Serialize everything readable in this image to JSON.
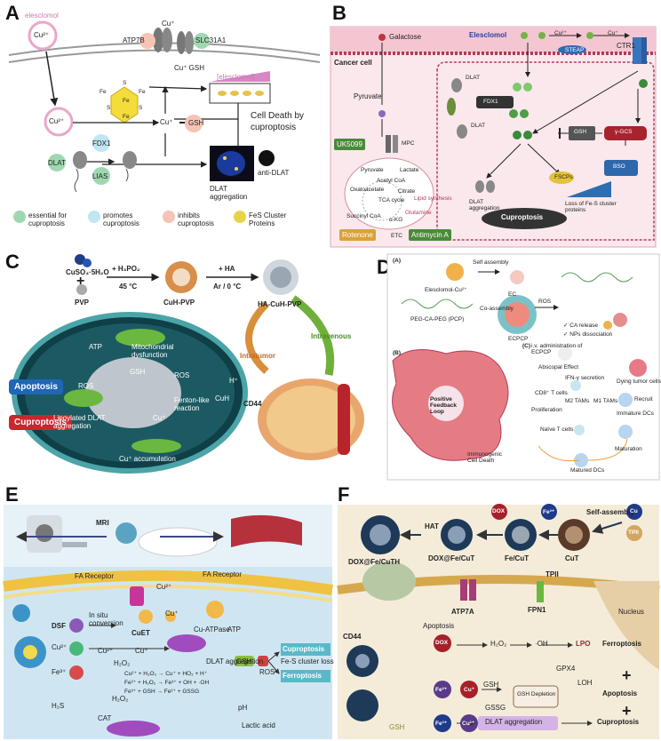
{
  "panel_labels": {
    "a": "A",
    "b": "B",
    "c": "C",
    "d": "D",
    "e": "E",
    "f": "F"
  },
  "panel_a": {
    "elesclomol_top": "elesclomol",
    "cu2_top": "Cu²⁺",
    "atp7b": "ATP7B",
    "slc31a1": "SLC31A1",
    "cu_plus_top": "Cu⁺",
    "cu_gsh": "Cu⁺ GSH",
    "fes_atoms": [
      "Fe",
      "S",
      "Fe",
      "S",
      "Fe",
      "S",
      "Fe"
    ],
    "elesclomol_bar": "[elesclomol]",
    "cu2_mid": "Cu²⁺",
    "cu_plus_mid": "Cu⁺",
    "gsh_mid": "GSH",
    "fdx1": "FDX1",
    "dlat": "DLAT",
    "lias": "LIAS",
    "cell_death": "Cell Death by cuproptosis",
    "dlat_aggregation": "DLAT aggregation",
    "anti_dlat": "anti-DLAT",
    "legend": [
      {
        "label": "essential for cuproptosis",
        "color": "#9fd8b0"
      },
      {
        "label": "promotes cuproptosis",
        "color": "#bfe6f2"
      },
      {
        "label": "inhibits cuproptosis",
        "color": "#f5c4b4"
      },
      {
        "label": "FeS Cluster Proteins",
        "color": "#e8d24a"
      }
    ]
  },
  "panel_b": {
    "galactose": "Galactose",
    "elesclomol": "Elesclomol",
    "cu2": "Cu²⁺",
    "cu_plus": "Cu⁺",
    "ctr1": "CTR1",
    "steap": "STEAP",
    "cancer_cell": "Cancer cell",
    "pyruvate": "Pyruvate",
    "uk5099": "UK5099",
    "mpc": "MPC",
    "dlat_top": "DLAT",
    "fdx1": "FDX1",
    "dlat_mid": "DLAT",
    "gsh": "GSH",
    "gcs": "γ-GCS",
    "bso": "BSO",
    "pyruvate2": "Pyruvate",
    "lactate": "Lactate",
    "acetyl_coa": "Acetyl CoA",
    "oxaloacetate": "Oxaloacetate",
    "citrate": "Citrate",
    "lipid": "Lipid synthesis",
    "tca": "TCA cycle",
    "glutamine": "Glutamine",
    "succinyl": "Succinyl CoA",
    "akg": "α-KG",
    "rotenone": "Rotenone",
    "etc": "ETC",
    "antimycin": "Antimycin A",
    "fescps": "FSCPs",
    "dlat_agg": "DLAT aggregation",
    "fes_loss": "Loss of Fe-S cluster proteins",
    "cuproptosis": "Cuproptosis"
  },
  "panel_c": {
    "precursor": "CuSO₄·5H₂O",
    "plus": "+",
    "pvp": "PVP",
    "step1": "+ H₃PO₂",
    "step1_temp": "45 °C",
    "cuh_pvp": "CuH-PVP",
    "step2": "+ HA",
    "step2_cond": "Ar / 0 °C",
    "ha_cuh_pvp": "HA-CuH-PVP",
    "intravenous": "Intravenous",
    "intratumor": "Intratumor",
    "apoptosis": "Apoptosis",
    "cuproptosis": "Cuproptosis",
    "atp": "ATP",
    "mito": "Mitochondrial dysfunction",
    "gsh": "GSH",
    "ros": "ROS",
    "ros2": "ROS",
    "h_plus": "H⁺",
    "cuh": "CuH",
    "cd44": "CD44",
    "fenton": "Fenton-like reaction",
    "lipoylated": "Lipoylated DLAT aggregation",
    "cu_plus": "Cu⁺",
    "cu_accum": "Cu⁺ accumulation"
  },
  "panel_d": {
    "sub_a": "(A)",
    "sub_b": "(B)",
    "sub_c": "(C)",
    "self_assembly": "Self assembly",
    "ec": "EC",
    "elesclomol_cu": "Elesclomol-Cu²⁺",
    "co_assembly": "Co-assembly",
    "peg_ca_peg": "PEG-CA-PEG (PCP)",
    "ros": "ROS",
    "ecpcp": "ECPCP",
    "ca_release": "✓ CA release",
    "nps_dissoc": "✓ NPs dissociation",
    "iv_admin": "i.v. administration of ECPCP",
    "abscopal": "Abscopal Effect",
    "ifn": "IFN-γ secretion",
    "dying": "Dying tumor cells",
    "cd8": "CD8⁺ T cells",
    "m2": "M2 TAMs",
    "m1": "M1 TAMs",
    "recruit": "Recruit",
    "prolif": "Proliferation",
    "immature": "Immature DCs",
    "naive": "Naïve T cells",
    "maturation": "Maturation",
    "matured": "Matured DCs",
    "positive_loop": "Positive Feedback Loop",
    "immunogenic": "Immunogenic Cell Death"
  },
  "panel_e": {
    "mri": "MRI",
    "fa_receptor1": "FA Receptor",
    "fa_receptor2": "FA Receptor",
    "cu2": "Cu²⁺",
    "dsf": "DSF",
    "in_situ": "In situ conversion",
    "cuet": "CuET",
    "cu_plus": "Cu⁺",
    "cu2_b": "Cu²⁺",
    "cu_atpase": "Cu-ATPase",
    "atp": "ATP",
    "cu2_mid": "Cu²⁺",
    "cu_plus_mid": "Cu⁺",
    "h2o2_a": "H₂O₂",
    "dlat_agg": "DLAT aggregation",
    "cuproptosis": "Cuproptosis",
    "fes_loss": "Fe-S cluster loss",
    "ferroptosis": "Ferroptosis",
    "fe3": "Fe³⁺",
    "rxn1": "Cu²⁺ + H₂O₂ → Cu⁺ + HO₂ + H⁺",
    "rxn2": "Fe²⁺ + H₂O₂ → Fe³⁺ + OH + ·OH",
    "rxn3": "Fe³⁺ + GSH → Fe²⁺ + GSSG",
    "gsh": "GSH",
    "ros": "ROS",
    "h2o2_b": "H₂O₂",
    "h2s": "H₂S",
    "cat": "CAT",
    "ph": "pH",
    "lactic": "Lactic acid"
  },
  "panel_f": {
    "self_assembly": "Self-assembly",
    "cu": "Cu",
    "tpii_badge": "TPII",
    "hat": "HAT",
    "dox_badge": "DOX",
    "fe_badge": "Fe³⁺",
    "dox_fe_cuthi": "DOX@Fe/CuTH",
    "dox_fe_cut": "DOX@Fe/CuT",
    "fe_cut": "Fe/CuT",
    "cut": "CuT",
    "tpii": "TPII",
    "nucleus": "Nucleus",
    "atp7a": "ATP7A",
    "fpn1": "FPN1",
    "cd44": "CD44",
    "apoptosis": "Apoptosis",
    "dox": "DOX",
    "h2o2": "H₂O₂",
    "oh": "·OH",
    "lpo": "LPO",
    "ferroptosis": "Ferroptosis",
    "fe2": "Fe²⁺",
    "cu_plus": "Cu⁺",
    "gpx4": "GPX4",
    "loh": "LOH",
    "gsh": "GSH",
    "gsh_depletion": "GSH Depletion",
    "gssg": "GSSG",
    "apoptosis2": "Apoptosis",
    "fe3": "Fe³⁺",
    "cu2": "Cu²⁺",
    "dlat_agg": "DLAT aggregation",
    "cuproptosis": "Cuproptosis",
    "gsh_low": "GSH",
    "plus1": "+",
    "plus2": "+"
  }
}
